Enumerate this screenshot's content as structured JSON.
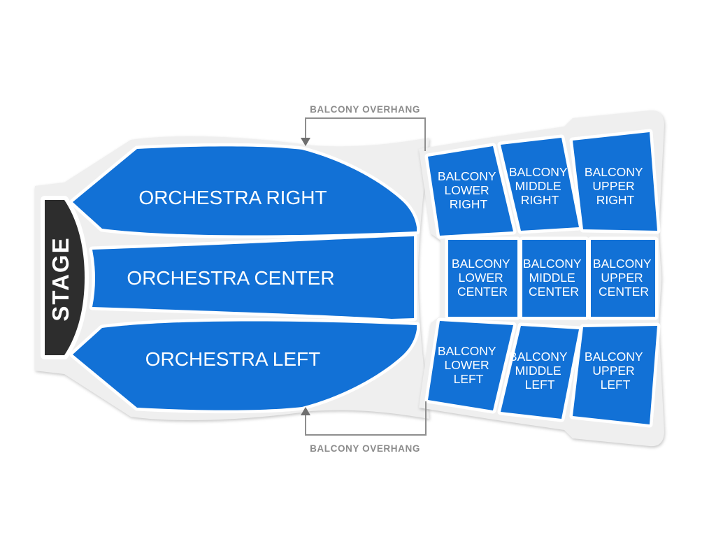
{
  "colors": {
    "section_blue": "#1271d6",
    "floor_gray": "#efefef",
    "stage_dark": "#2d2d2d",
    "section_label_white": "#ffffff",
    "annotation_gray": "#8c8c8c",
    "gap_white": "#ffffff"
  },
  "stage": {
    "label": "STAGE"
  },
  "orchestra_sections": [
    {
      "id": "orchestra-right",
      "label": "ORCHESTRA RIGHT"
    },
    {
      "id": "orchestra-center",
      "label": "ORCHESTRA CENTER"
    },
    {
      "id": "orchestra-left",
      "label": "ORCHESTRA LEFT"
    }
  ],
  "balcony_sections": [
    {
      "id": "balcony-lower-right",
      "lines": [
        "BALCONY",
        "LOWER",
        "RIGHT"
      ]
    },
    {
      "id": "balcony-middle-right",
      "lines": [
        "BALCONY",
        "MIDDLE",
        "RIGHT"
      ]
    },
    {
      "id": "balcony-upper-right",
      "lines": [
        "BALCONY",
        "UPPER",
        "RIGHT"
      ]
    },
    {
      "id": "balcony-lower-center",
      "lines": [
        "BALCONY",
        "LOWER",
        "CENTER"
      ]
    },
    {
      "id": "balcony-middle-center",
      "lines": [
        "BALCONY",
        "MIDDLE",
        "CENTER"
      ]
    },
    {
      "id": "balcony-upper-center",
      "lines": [
        "BALCONY",
        "UPPER",
        "CENTER"
      ]
    },
    {
      "id": "balcony-lower-left",
      "lines": [
        "BALCONY",
        "LOWER",
        "LEFT"
      ]
    },
    {
      "id": "balcony-middle-left",
      "lines": [
        "BALCONY",
        "MIDDLE",
        "LEFT"
      ]
    },
    {
      "id": "balcony-upper-left",
      "lines": [
        "BALCONY",
        "UPPER",
        "LEFT"
      ]
    }
  ],
  "annotations": {
    "balcony_overhang_top": "BALCONY OVERHANG",
    "balcony_overhang_bottom": "BALCONY OVERHANG"
  }
}
